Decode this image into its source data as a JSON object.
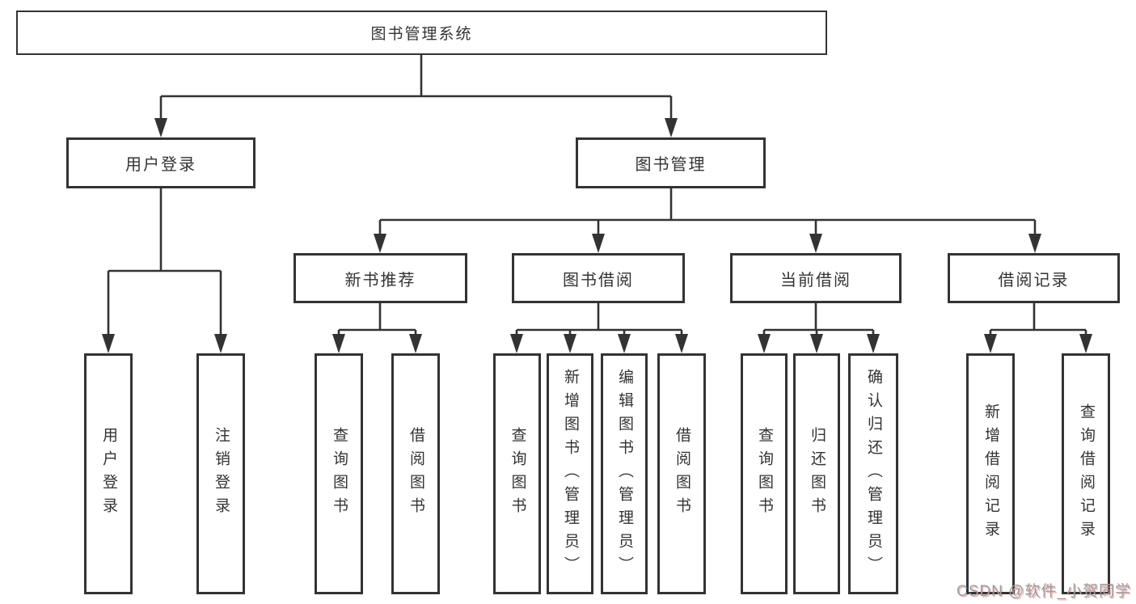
{
  "page": {
    "background": "#ffffff"
  },
  "colors": {
    "line": "#333333",
    "box_border": "#333333",
    "text": "#333333",
    "watermark_text": "#9f9f9f",
    "watermark_accent": "#c53e3e"
  },
  "tree": {
    "root": {
      "label": "图书管理系统"
    },
    "branches": [
      {
        "label": "用户登录",
        "children": [
          {
            "label": "用户登录"
          },
          {
            "label": "注销登录"
          }
        ]
      },
      {
        "label": "图书管理",
        "children": [
          {
            "label": "新书推荐",
            "children": [
              {
                "label": "查询图书"
              },
              {
                "label": "借阅图书"
              }
            ]
          },
          {
            "label": "图书借阅",
            "children": [
              {
                "label": "查询图书"
              },
              {
                "label": "新增图书（管理员）"
              },
              {
                "label": "编辑图书（管理员）"
              },
              {
                "label": "借阅图书"
              }
            ]
          },
          {
            "label": "当前借阅",
            "children": [
              {
                "label": "查询图书"
              },
              {
                "label": "归还图书"
              },
              {
                "label": "确认归还（管理员）"
              }
            ]
          },
          {
            "label": "借阅记录",
            "children": [
              {
                "label": "新增借阅记录"
              },
              {
                "label": "查询借阅记录"
              }
            ]
          }
        ]
      }
    ]
  },
  "watermark": {
    "text": "CSDN @软件_小贺同学"
  }
}
